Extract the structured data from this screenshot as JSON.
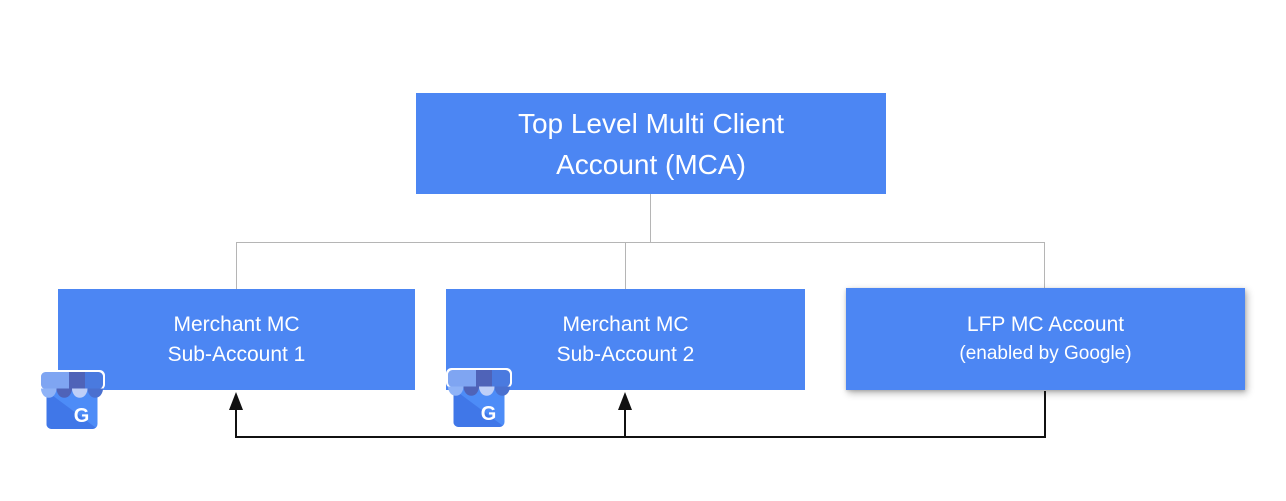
{
  "palette": {
    "page_bg": "#ffffff",
    "box_blue": "#4c86f3",
    "text_white": "#ffffff",
    "connector_gray": "#b5b5b5",
    "arrow_black": "#111111",
    "gmb_body": "#4d8cf7",
    "gmb_fold": "#4077e8",
    "gmb_halo": "#ffffff",
    "gmb_band": [
      "#7fa5f2",
      "#4f63b8",
      "#4a7adf"
    ],
    "gmb_flaps": [
      "#8fb3f7",
      "#4f63b8",
      "#becff8",
      "#4a70cf"
    ],
    "gmb_letter_color": "#ffffff"
  },
  "nodes": {
    "root": {
      "line1": "Top Level Multi Client",
      "line2": "Account (MCA)"
    },
    "merchant1": {
      "line1": "Merchant MC",
      "line2": "Sub-Account 1"
    },
    "merchant2": {
      "line1": "Merchant MC",
      "line2": "Sub-Account 2"
    },
    "lfp": {
      "line1": "LFP MC Account",
      "line2": "(enabled by Google)"
    }
  },
  "icons": {
    "merchant_icon_name": "google-my-business-icon",
    "letter": "G"
  }
}
